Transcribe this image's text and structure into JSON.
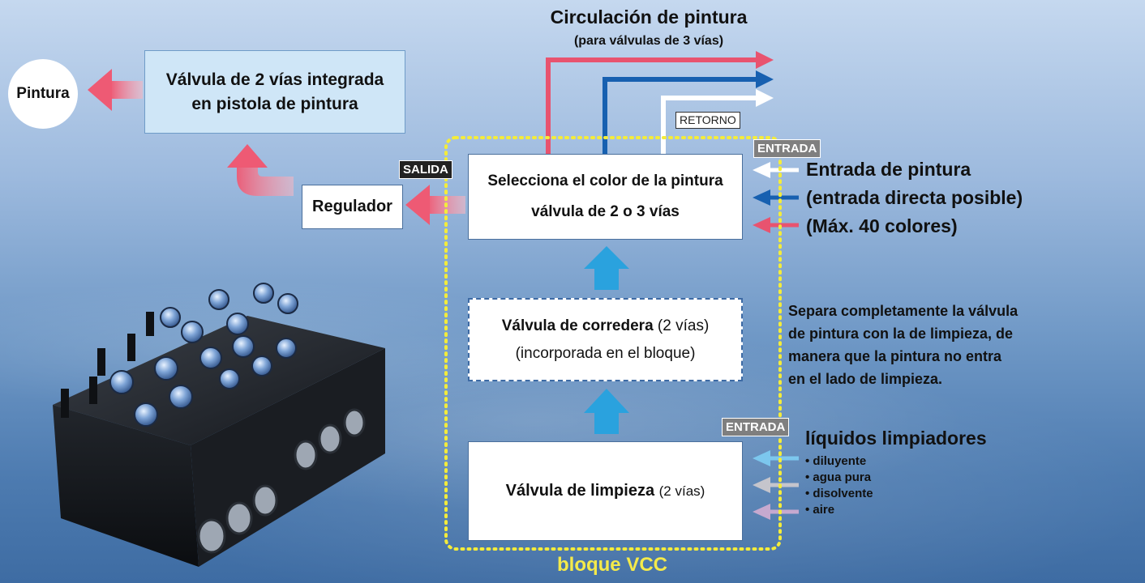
{
  "pintura_circle": "Pintura",
  "gun_valve": {
    "line1": "Válvula de 2 vías integrada",
    "line2": "en pistola de pintura"
  },
  "regulator": "Regulador",
  "circulation": {
    "title": "Circulación de pintura",
    "subtitle": "(para válvulas de 3 vías)"
  },
  "retorno_tag": "RETORNO",
  "entrada_tag": "ENTRADA",
  "salida_tag": "SALIDA",
  "color_valve": {
    "line1": "Selecciona el color de la pintura",
    "line2": "válvula de 2 o 3 vías"
  },
  "paint_inlet": {
    "line1": "Entrada de pintura",
    "line2": "(entrada directa posible)",
    "line3": "(Máx. 40 colores)"
  },
  "slide_valve": {
    "name": "Válvula de corredera",
    "ways": "(2 vías)",
    "line2": "(incorporada en el bloque)"
  },
  "separation_note": {
    "line1": "Separa completamente la válvula",
    "line2": "de pintura con la de limpieza, de",
    "line3": "manera que la pintura no entra",
    "line4": "en el lado de limpieza."
  },
  "cleaning_valve": {
    "name": "Válvula de limpieza",
    "ways": "(2 vías)"
  },
  "cleaning_liquids": {
    "title": "líquidos limpiadores",
    "items": [
      "• diluyente",
      "• agua pura",
      "• disolvente",
      "• aire"
    ]
  },
  "block_label": "bloque VCC",
  "colors": {
    "pink": "#e8536f",
    "blue": "#1760b0",
    "white": "#ffffff",
    "dotted_border": "#f4ec3a",
    "block_label": "#f4ea4a",
    "light_blue": "#cfe6f7",
    "up_arrow": "#2aa2de"
  }
}
